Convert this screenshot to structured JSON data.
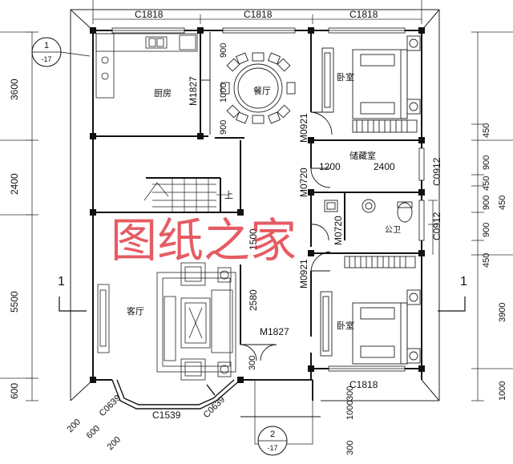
{
  "plan": {
    "rooms": {
      "kitchen": "厨房",
      "dining": "餐厅",
      "bedroom_top": "卧室",
      "storage": "储藏室",
      "living": "客厅",
      "bedroom_bottom": "卧室",
      "wc": "公卫"
    },
    "stair_up": "上",
    "watermark": "图纸之家",
    "openings": {
      "top_left": "C1818",
      "top_mid": "C1818",
      "top_right": "C1818",
      "kitchen_door": "M1827",
      "living_door": "M1827",
      "bed_top_door": "M0921",
      "bed_bottom_door": "M0921",
      "storage_door": "M0720",
      "wc_door": "M0720",
      "storage_window": "C0912",
      "wc_window": "C0912",
      "bed_bottom_window": "C1818",
      "bay_main": "C1539",
      "bay_left": "C0639",
      "bay_right": "C0639"
    },
    "dims": {
      "left": [
        "3600",
        "2400",
        "5500",
        "600"
      ],
      "right": [
        "450",
        "900",
        "450",
        "900",
        "450",
        "900",
        "450",
        "3900",
        "1000"
      ],
      "dining_900_top": "900",
      "dining_1000": "1000",
      "dining_900_bot": "900",
      "storage_1200": "1200",
      "storage_2400": "2400",
      "d1500": "1500",
      "d2580": "2580",
      "d300": "300",
      "d1000_small": "1000",
      "bottom_300a": "300",
      "bottom_300b": "300",
      "bot_200a": "200",
      "bot_600": "600",
      "bot_200b": "200"
    },
    "section_markers": {
      "left": "1",
      "right": "1"
    },
    "callouts": {
      "top": {
        "num": "1",
        "sheet": "-17"
      },
      "bottom": {
        "num": "2",
        "sheet": "-17"
      }
    }
  }
}
